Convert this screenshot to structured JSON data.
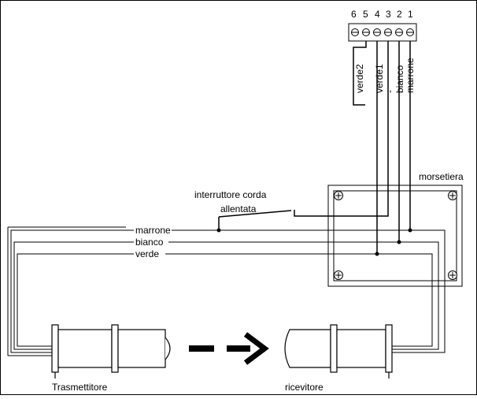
{
  "terminal_block": {
    "numbers": [
      "6",
      "5",
      "4",
      "3",
      "2",
      "1"
    ]
  },
  "wire_labels": {
    "verde2": "verde2",
    "verde1": "verde1",
    "minus": "-",
    "bianco": "bianco",
    "marrone": "marrone"
  },
  "labels": {
    "morsetiera": "morsetiera",
    "switch_line1": "interruttore corda",
    "switch_line2": "allentata",
    "cable_marrone": "marrone",
    "cable_bianco": "bianco",
    "cable_verde": "verde",
    "transmitter": "Trasmettitore",
    "receiver": "ricevitore"
  },
  "colors": {
    "ink": "#000000",
    "background": "#ffffff"
  }
}
